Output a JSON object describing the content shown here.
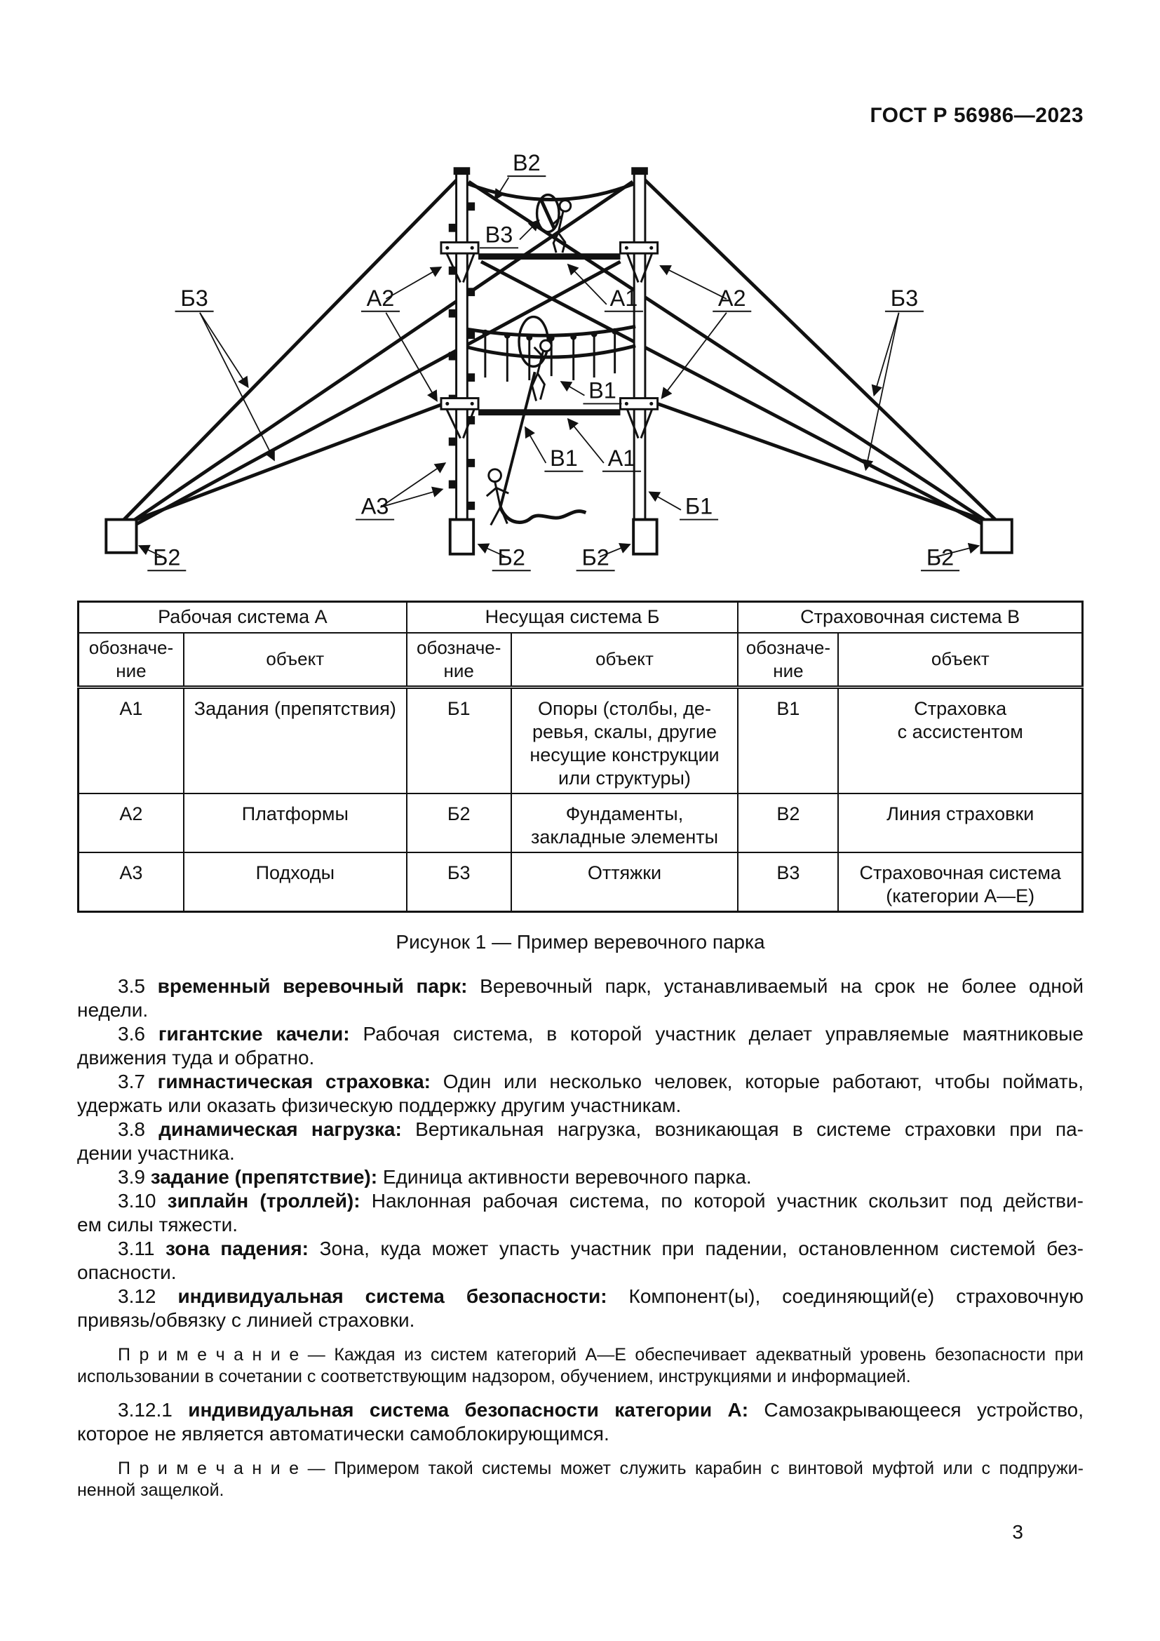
{
  "header": {
    "doc_number": "ГОСТ Р 56986—2023"
  },
  "figure": {
    "caption": "Рисунок 1 — Пример веревочного парка",
    "labels": {
      "a1": "А1",
      "a2": "А2",
      "a3": "А3",
      "b1": "Б1",
      "b2": "Б2",
      "b3": "Б3",
      "v1": "В1",
      "v2": "В2",
      "v3": "В3"
    }
  },
  "table": {
    "groups": [
      "Рабочая система А",
      "Несущая система Б",
      "Страховочная система В"
    ],
    "subheaders": [
      [
        "обозначе-",
        "ние"
      ],
      [
        "объект"
      ],
      [
        "обозначе-",
        "ние"
      ],
      [
        "объект"
      ],
      [
        "обозначе-",
        "ние"
      ],
      [
        "объект"
      ]
    ],
    "rows": [
      [
        [
          "А1"
        ],
        [
          "Задания (препятствия)"
        ],
        [
          "Б1"
        ],
        [
          "Опоры (столбы, де-",
          "ревья, скалы, другие",
          "несущие конструкции",
          "или структуры)"
        ],
        [
          "В1"
        ],
        [
          "Страховка",
          "с ассистентом"
        ]
      ],
      [
        [
          "А2"
        ],
        [
          "Платформы"
        ],
        [
          "Б2"
        ],
        [
          "Фундаменты,",
          "закладные элементы"
        ],
        [
          "В2"
        ],
        [
          "Линия страховки"
        ]
      ],
      [
        [
          "А3"
        ],
        [
          "Подходы"
        ],
        [
          "Б3"
        ],
        [
          "Оттяжки"
        ],
        [
          "В3"
        ],
        [
          "Страховочная система",
          "(категории А—Е)"
        ]
      ]
    ]
  },
  "paragraphs": [
    {
      "lines": [
        "3.5 **временный веревочный парк:** Веревочный парк, устанавливаемый на срок не более одной",
        "недели."
      ]
    },
    {
      "lines": [
        "3.6 **гигантские качели:** Рабочая система, в которой участник делает управляемые маятниковые",
        "движения туда и обратно."
      ]
    },
    {
      "lines": [
        "3.7 **гимнастическая страховка:** Один или несколько человек, которые работают, чтобы поймать,",
        "удержать или оказать физическую поддержку другим участникам."
      ]
    },
    {
      "lines": [
        "3.8 **динамическая нагрузка:** Вертикальная нагрузка, возникающая в системе страховки при па-",
        "дении участника."
      ]
    },
    {
      "lines": [
        "3.9 **задание (препятствие):** Единица активности веревочного парка."
      ]
    },
    {
      "lines": [
        "3.10 **зиплайн (троллей):** Наклонная рабочая система, по которой участник скользит под действи-",
        "ем силы тяжести."
      ]
    },
    {
      "lines": [
        "3.11 **зона падения:** Зона, куда может упасть участник при падении, остановленном системой без-",
        "опасности."
      ]
    },
    {
      "lines": [
        "3.12 **индивидуальная система безопасности:** Компонент(ы), соединяющий(е) страховочную",
        "привязь/обвязку с линией страховки."
      ]
    },
    {
      "lines": [
        "П р и м е ч а н и е  —  Каждая из систем категорий А—Е обеспечивает адекватный уровень безопасности при",
        "использовании в сочетании с соответствующим надзором, обучением, инструкциями и информацией."
      ]
    },
    {
      "lines": [
        "3.12.1 **индивидуальная система безопасности категории А:** Самозакрывающееся устройство,",
        "которое не является автоматически самоблокирующимся."
      ]
    },
    {
      "lines": [
        "П р и м е ч а н и е  —  Примером такой системы может служить карабин с винтовой муфтой или с подпружи-",
        "ненной защелкой."
      ]
    }
  ],
  "footer": {
    "page_number": "3"
  }
}
